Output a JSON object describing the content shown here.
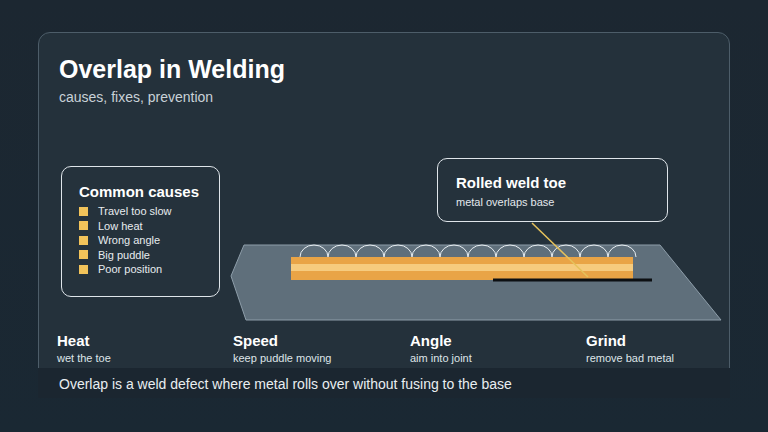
{
  "diagram": {
    "title": "Overlap in Welding",
    "caption": "Overlap is a weld defect where metal rolls over without fusing to the base",
    "nodes": [
      {
        "text": [
          "Common causes",
          "Travel too slow",
          "Low heat",
          "Wrong angle",
          "Big puddle",
          "Poor position"
        ]
      },
      {
        "text": [
          "Rolled weld toe",
          "metal overlaps base"
        ]
      }
    ],
    "labels": [
      "causes, fixes, prevention",
      "Heat",
      "wet the toe",
      "Speed",
      "keep puddle moving",
      "Angle",
      "aim into joint",
      "Grind",
      "remove bad metal"
    ]
  }
}
